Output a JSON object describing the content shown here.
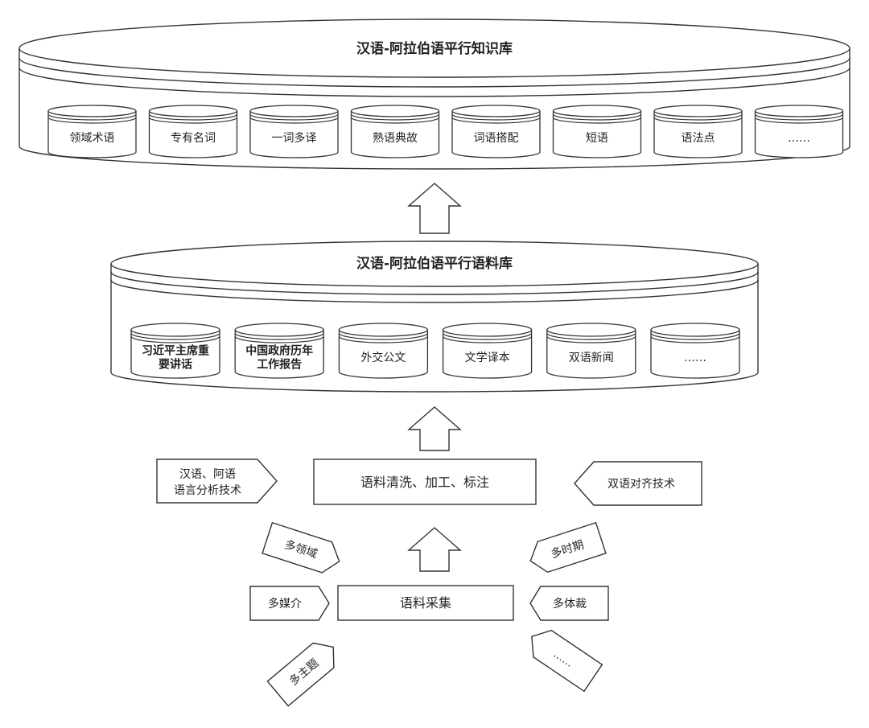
{
  "knowledge_base": {
    "title": "汉语-阿拉伯语平行知识库",
    "items": [
      "领域术语",
      "专有名词",
      "一词多译",
      "熟语典故",
      "词语搭配",
      "短语",
      "语法点",
      "……"
    ]
  },
  "corpus": {
    "title": "汉语-阿拉伯语平行语料库",
    "items": [
      {
        "lines": [
          "习近平主席重",
          "要讲话"
        ],
        "bold": true
      },
      {
        "lines": [
          "中国政府历年",
          "工作报告"
        ],
        "bold": true
      },
      {
        "lines": [
          "外交公文"
        ],
        "bold": false
      },
      {
        "lines": [
          "文学译本"
        ],
        "bold": false
      },
      {
        "lines": [
          "双语新闻"
        ],
        "bold": false
      },
      {
        "lines": [
          "……"
        ],
        "bold": false
      }
    ]
  },
  "process": {
    "cleaning": "语料清洗、加工、标注",
    "collection": "语料采集"
  },
  "inputs": {
    "analysis_tech": [
      "汉语、阿语",
      "语言分析技术"
    ],
    "alignment_tech": "双语对齐技术",
    "multi_domain": "多领域",
    "multi_period": "多时期",
    "multi_media": "多媒介",
    "multi_genre": "多体裁",
    "multi_topic": "多主题",
    "etc": "……"
  },
  "colors": {
    "stroke": "#333333",
    "text": "#222222",
    "background": "#ffffff"
  }
}
